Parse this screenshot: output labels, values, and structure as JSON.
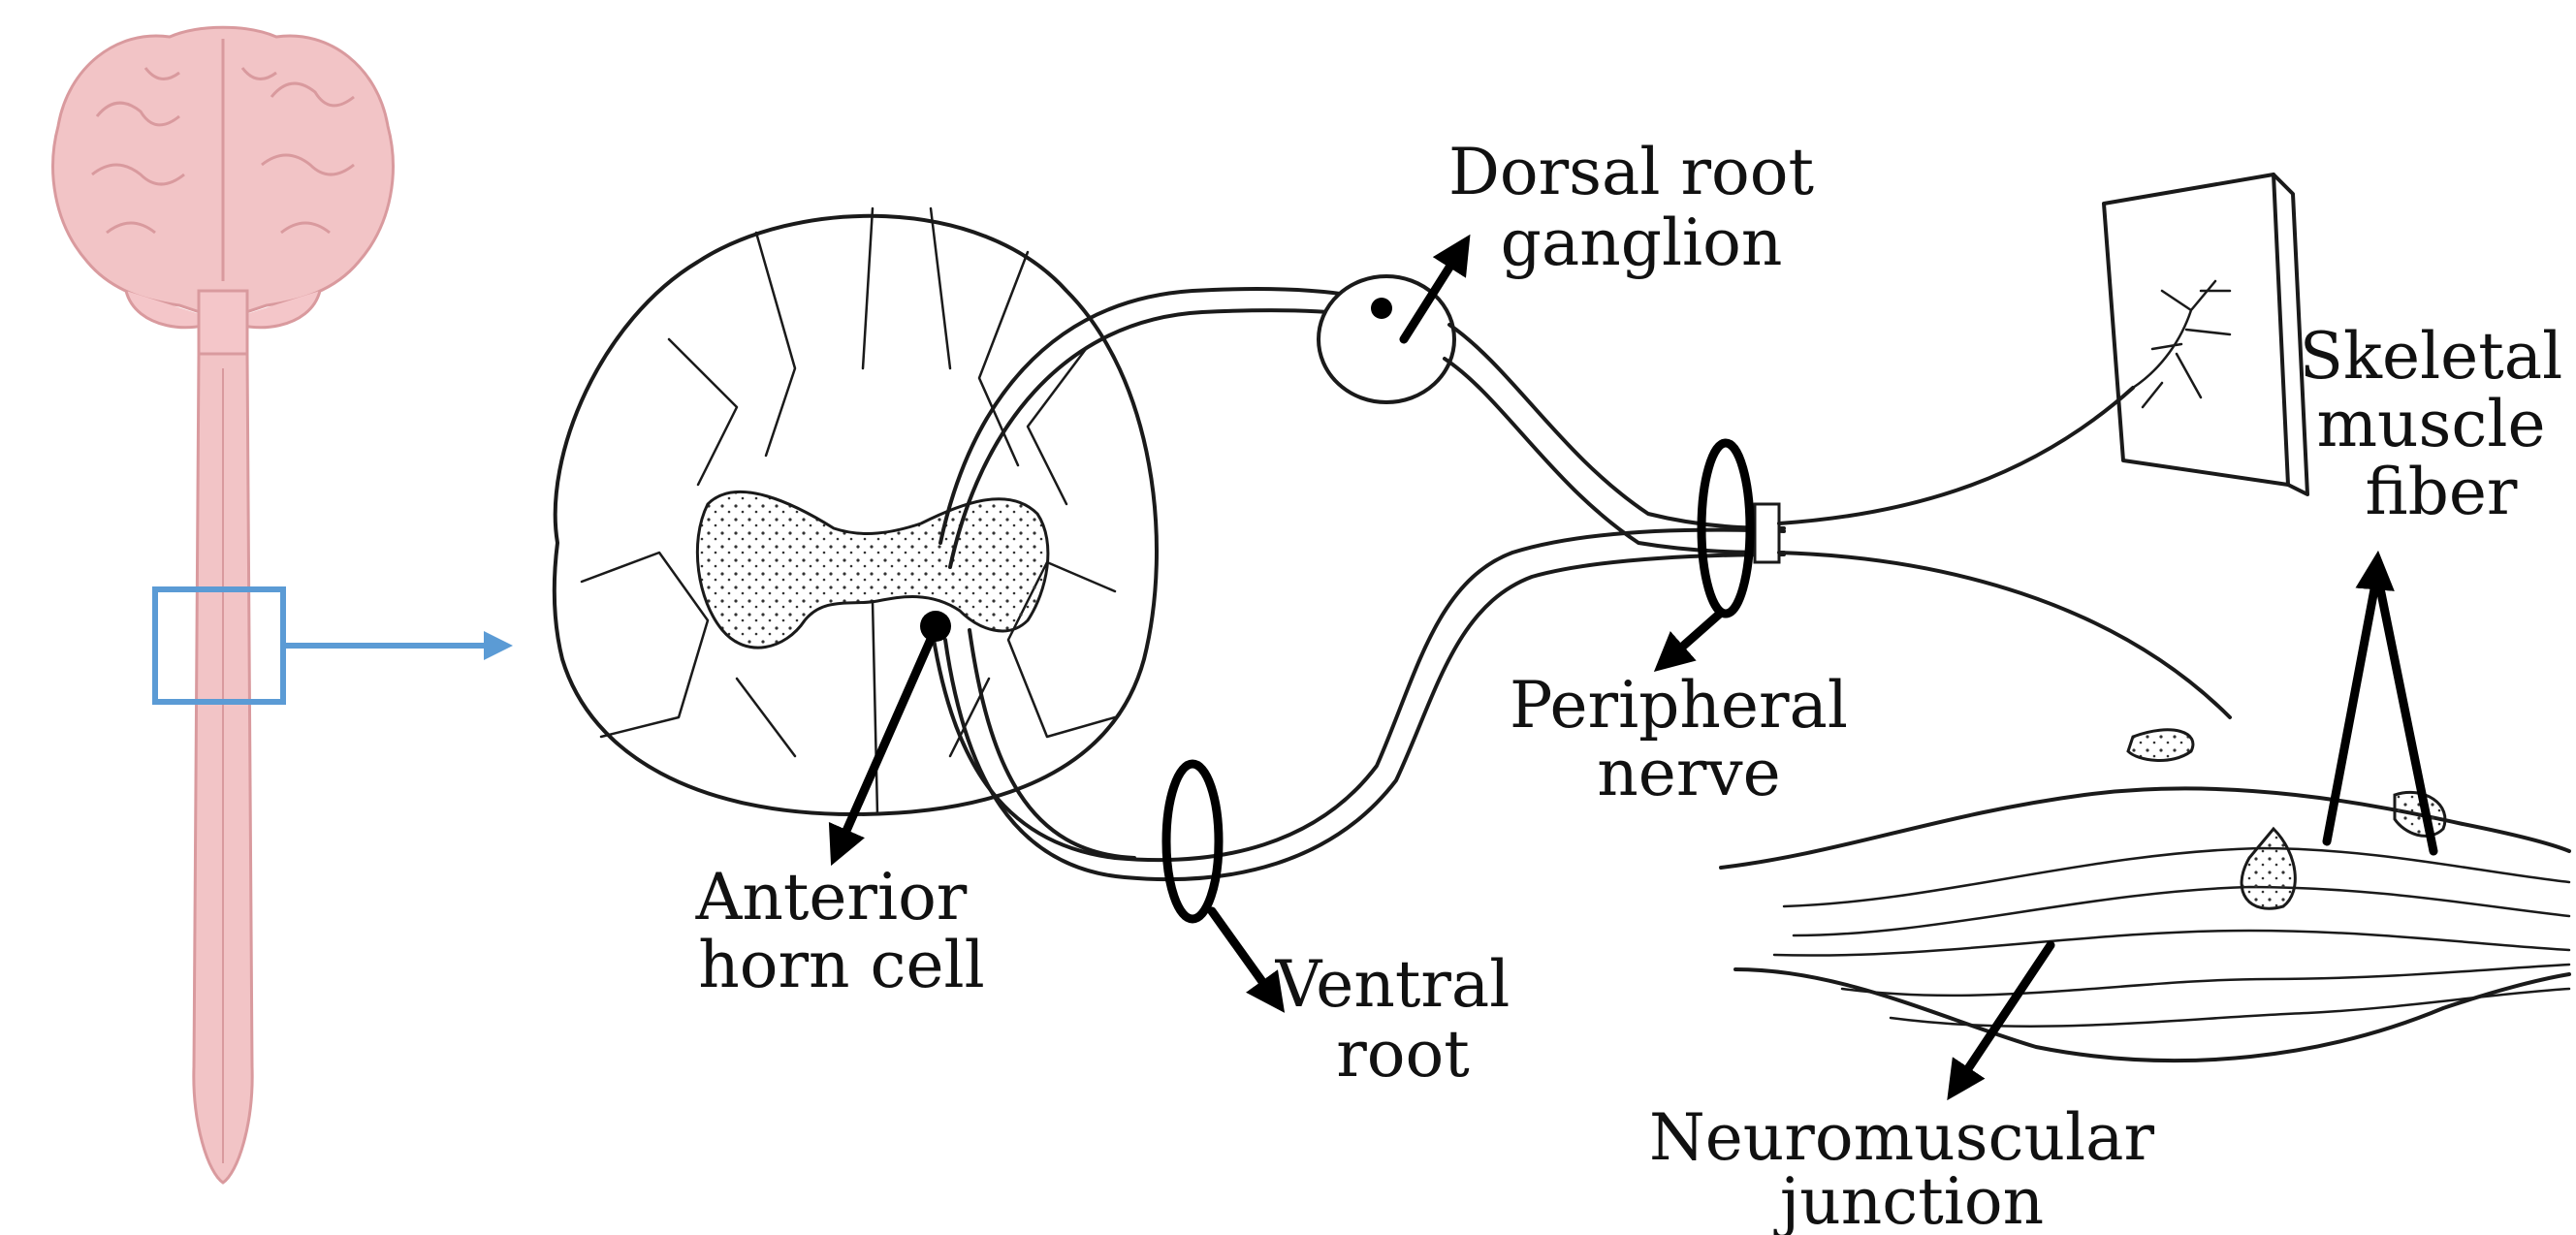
{
  "labels": {
    "dorsal_root_ganglion": [
      "Dorsal root",
      "ganglion"
    ],
    "skeletal_muscle_fiber": [
      "Skeletal",
      "muscle",
      "fiber"
    ],
    "peripheral_nerve": [
      "Peripheral",
      "nerve"
    ],
    "anterior_horn_cell": [
      "Anterior",
      "horn cell"
    ],
    "ventral_root": [
      "Ventral",
      "root"
    ],
    "neuromuscular_junction": [
      "Neuromuscular",
      "junction"
    ]
  },
  "colors": {
    "brain": "#f2c4c6",
    "brain_outline": "#d99a9e",
    "spinal_cord": "#f2c4c6",
    "selection_box": "#5b9bd5",
    "ink": "#1a1a1a"
  }
}
